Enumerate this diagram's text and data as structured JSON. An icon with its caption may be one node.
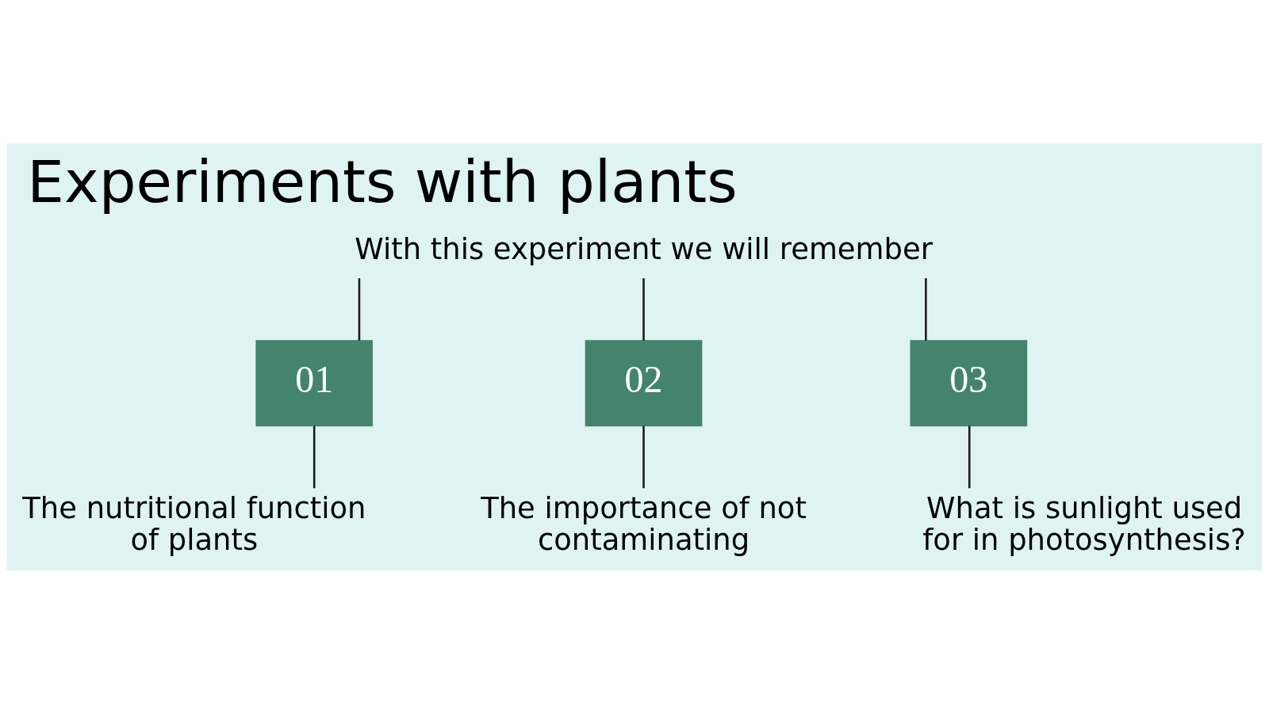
{
  "diagram": {
    "title": "Experiments with plants",
    "nodes": [
      {
        "text": [
          "With this experiment we will remember"
        ]
      },
      {
        "text": [
          "01"
        ]
      },
      {
        "text": [
          "02"
        ]
      },
      {
        "text": [
          "03"
        ]
      },
      {
        "text": [
          "The nutritional function of plants"
        ]
      },
      {
        "text": [
          "The importance of not contaminating"
        ]
      },
      {
        "text": [
          "What is sunlight used for in photosynthesis?"
        ]
      }
    ],
    "edges": [
      {
        "from": 0,
        "to": 1,
        "arrow": "none"
      },
      {
        "from": 0,
        "to": 2,
        "arrow": "none"
      },
      {
        "from": 0,
        "to": 3,
        "arrow": "none"
      },
      {
        "from": 1,
        "to": 4,
        "arrow": "none"
      },
      {
        "from": 2,
        "to": 5,
        "arrow": "none"
      },
      {
        "from": 3,
        "to": 6,
        "arrow": "none"
      }
    ]
  }
}
